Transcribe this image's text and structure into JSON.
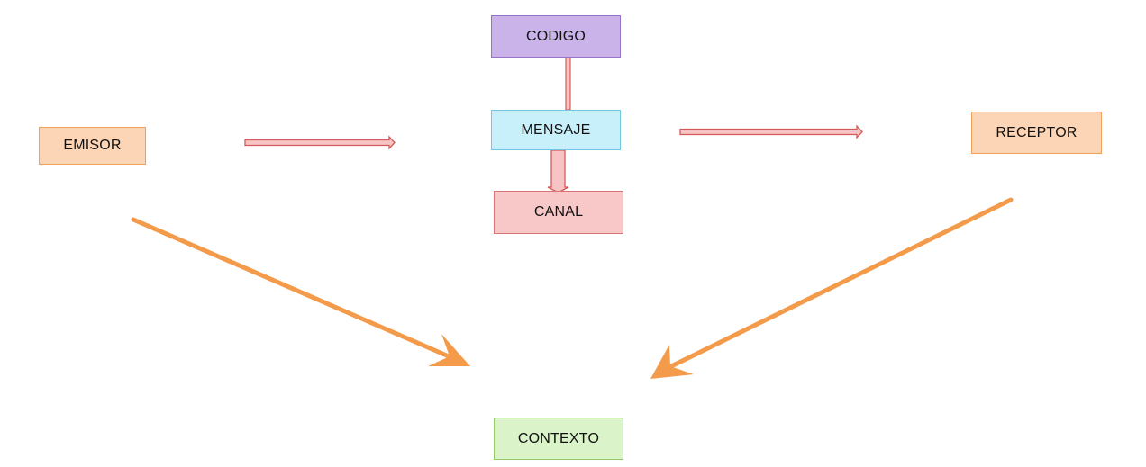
{
  "diagram": {
    "nodes": {
      "codigo": {
        "label": "CODIGO",
        "fill": "#c9b3e8",
        "stroke": "#9673c8"
      },
      "mensaje": {
        "label": "MENSAJE",
        "fill": "#c8f0fb",
        "stroke": "#6fc7e0"
      },
      "canal": {
        "label": "CANAL",
        "fill": "#f8c8c8",
        "stroke": "#d77575"
      },
      "emisor": {
        "label": "EMISOR",
        "fill": "#fcd5b6",
        "stroke": "#f0a25c"
      },
      "receptor": {
        "label": "RECEPTOR",
        "fill": "#fcd5b6",
        "stroke": "#f0a25c"
      },
      "contexto": {
        "label": "CONTEXTO",
        "fill": "#daf3c9",
        "stroke": "#94cc6b"
      }
    },
    "edges": [
      {
        "from": "emisor",
        "to": "mensaje",
        "style": "hollow-red"
      },
      {
        "from": "mensaje",
        "to": "receptor",
        "style": "hollow-red"
      },
      {
        "from": "codigo",
        "to": "mensaje",
        "style": "hollow-red-connector"
      },
      {
        "from": "mensaje",
        "to": "canal",
        "style": "hollow-red-thick"
      },
      {
        "from": "emisor",
        "to": "contexto",
        "style": "orange-arrow"
      },
      {
        "from": "receptor",
        "to": "contexto",
        "style": "orange-arrow"
      }
    ],
    "colors": {
      "hollow_arrow_fill": "#f6c4c4",
      "hollow_arrow_stroke": "#d45a5a",
      "orange_arrow": "#f39b4a"
    }
  }
}
